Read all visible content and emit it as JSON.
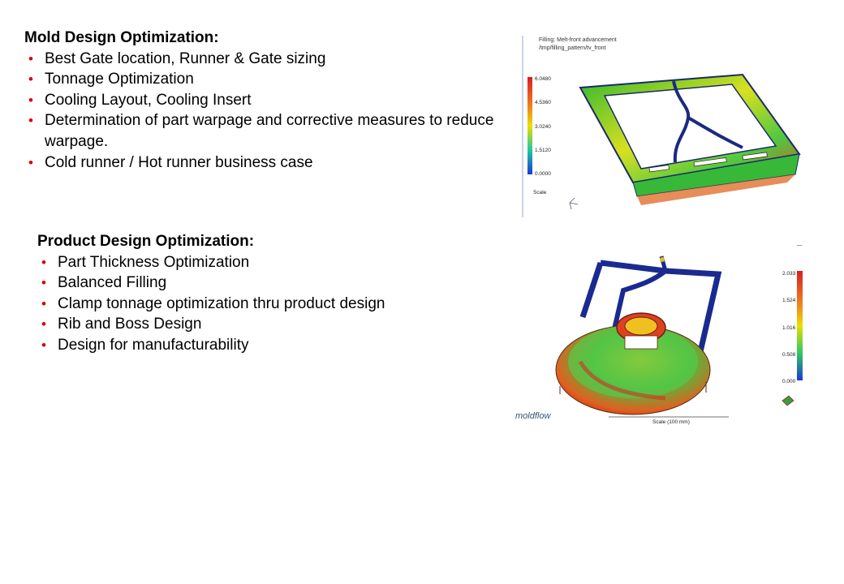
{
  "mold": {
    "heading": "Mold Design Optimization:",
    "items": [
      "Best Gate location, Runner & Gate sizing",
      "Tonnage Optimization",
      "Cooling Layout, Cooling Insert",
      "Determination of part warpage and corrective measures to reduce warpage.",
      "Cold runner / Hot runner business case"
    ]
  },
  "product": {
    "heading": "Product Design Optimization:",
    "items": [
      "Part Thickness Optimization",
      "Balanced Filling",
      "Clamp tonnage optimization thru product design",
      "Rib and Boss Design",
      "Design for manufacturability"
    ]
  },
  "figure1": {
    "caption_line1": "Filling: Melt-front advancement",
    "caption_line2": "/tmp/filling_pattern/tv_front",
    "legend_values": [
      "6.0480",
      "4.5360",
      "3.0240",
      "1.5120",
      "0.0000"
    ],
    "scale_label": "Scale",
    "colors": {
      "high": "#d62020",
      "mid": "#e8e000",
      "low": "#1a3ad8"
    }
  },
  "figure2": {
    "legend_values": [
      "2.033",
      "1.524",
      "1.016",
      "0.508",
      "0.000"
    ],
    "scale_bar_label": "Scale (100 mm)",
    "logo": "moldflow"
  }
}
